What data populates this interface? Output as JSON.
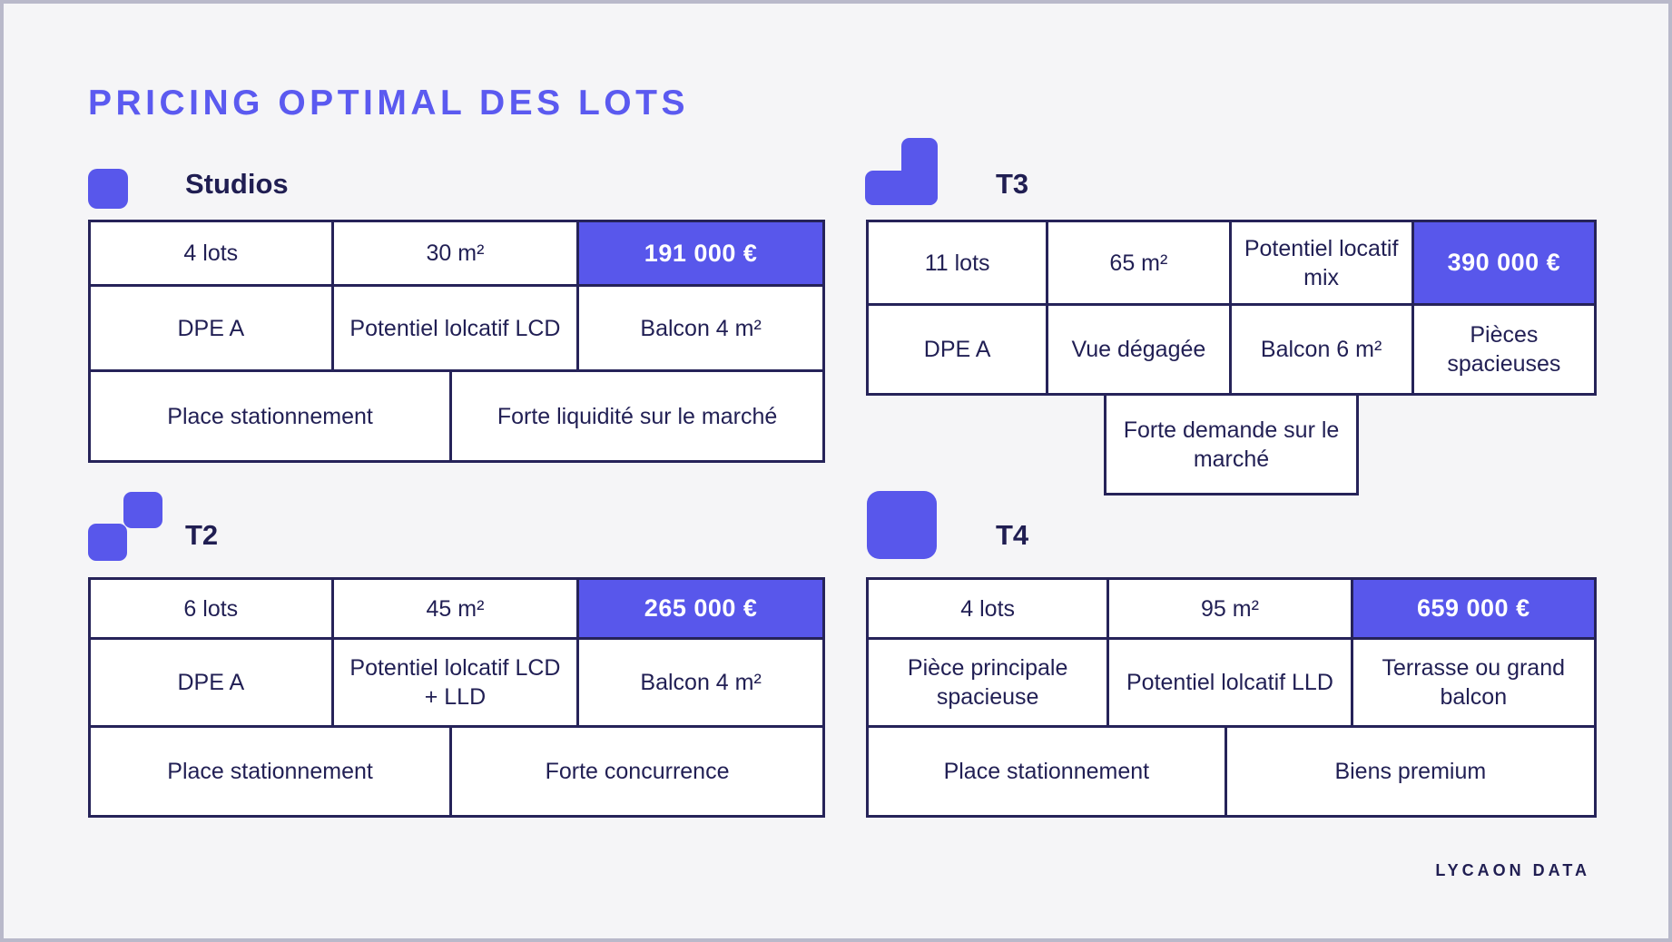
{
  "title": "PRICING OPTIMAL DES LOTS",
  "brand": "LYCAON DATA",
  "colors": {
    "accent_purple": "#5857EB",
    "title_purple": "#5B5AF0",
    "text_navy": "#211F54",
    "border_navy": "#262359",
    "background": "#F5F5F7",
    "frame_border": "#B9B9CA",
    "price_text": "#FFFFFF"
  },
  "sections": {
    "studios": {
      "label": "Studios",
      "icon": "single-square-icon",
      "rows": [
        {
          "cells": [
            {
              "text": "4 lots"
            },
            {
              "text": "30 m²"
            },
            {
              "text": "191 000 €",
              "highlight": true
            }
          ]
        },
        {
          "cells": [
            {
              "text": "DPE A"
            },
            {
              "text": "Potentiel lolcatif LCD"
            },
            {
              "text": "Balcon 4 m²"
            }
          ]
        },
        {
          "cells": [
            {
              "text": "Place stationnement"
            },
            {
              "text": "Forte liquidité sur le marché"
            }
          ]
        }
      ]
    },
    "t3": {
      "label": "T3",
      "icon": "l-shape-blocks-icon",
      "rows": [
        {
          "cells": [
            {
              "text": "11 lots"
            },
            {
              "text": "65 m²"
            },
            {
              "text": "Potentiel locatif mix"
            },
            {
              "text": "390 000 €",
              "highlight": true
            }
          ]
        },
        {
          "cells": [
            {
              "text": "DPE A"
            },
            {
              "text": "Vue dégagée"
            },
            {
              "text": "Balcon 6 m²"
            },
            {
              "text": "Pièces spacieuses"
            }
          ]
        },
        {
          "cells": [
            {
              "text": "Forte demande sur le marché"
            }
          ]
        }
      ]
    },
    "t2": {
      "label": "T2",
      "icon": "diagonal-squares-icon",
      "rows": [
        {
          "cells": [
            {
              "text": "6 lots"
            },
            {
              "text": "45 m²"
            },
            {
              "text": "265 000 €",
              "highlight": true
            }
          ]
        },
        {
          "cells": [
            {
              "text": "DPE A"
            },
            {
              "text": "Potentiel lolcatif LCD + LLD"
            },
            {
              "text": "Balcon 4 m²"
            }
          ]
        },
        {
          "cells": [
            {
              "text": "Place stationnement"
            },
            {
              "text": "Forte concurrence"
            }
          ]
        }
      ]
    },
    "t4": {
      "label": "T4",
      "icon": "large-square-icon",
      "rows": [
        {
          "cells": [
            {
              "text": "4 lots"
            },
            {
              "text": "95 m²"
            },
            {
              "text": "659 000 €",
              "highlight": true
            }
          ]
        },
        {
          "cells": [
            {
              "text": "Pièce principale spacieuse"
            },
            {
              "text": "Potentiel lolcatif LLD"
            },
            {
              "text": "Terrasse ou grand balcon"
            }
          ]
        },
        {
          "cells": [
            {
              "text": "Place stationnement"
            },
            {
              "text": "Biens premium"
            }
          ]
        }
      ]
    }
  }
}
